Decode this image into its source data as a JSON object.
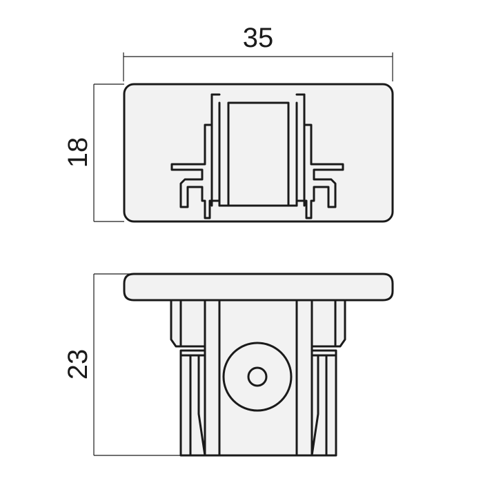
{
  "dimensions": {
    "width": "35",
    "top_height": "18",
    "bottom_height": "23"
  },
  "colors": {
    "stroke": "#1a1a1a",
    "fill": "#f2f2f2",
    "background": "#ffffff"
  }
}
